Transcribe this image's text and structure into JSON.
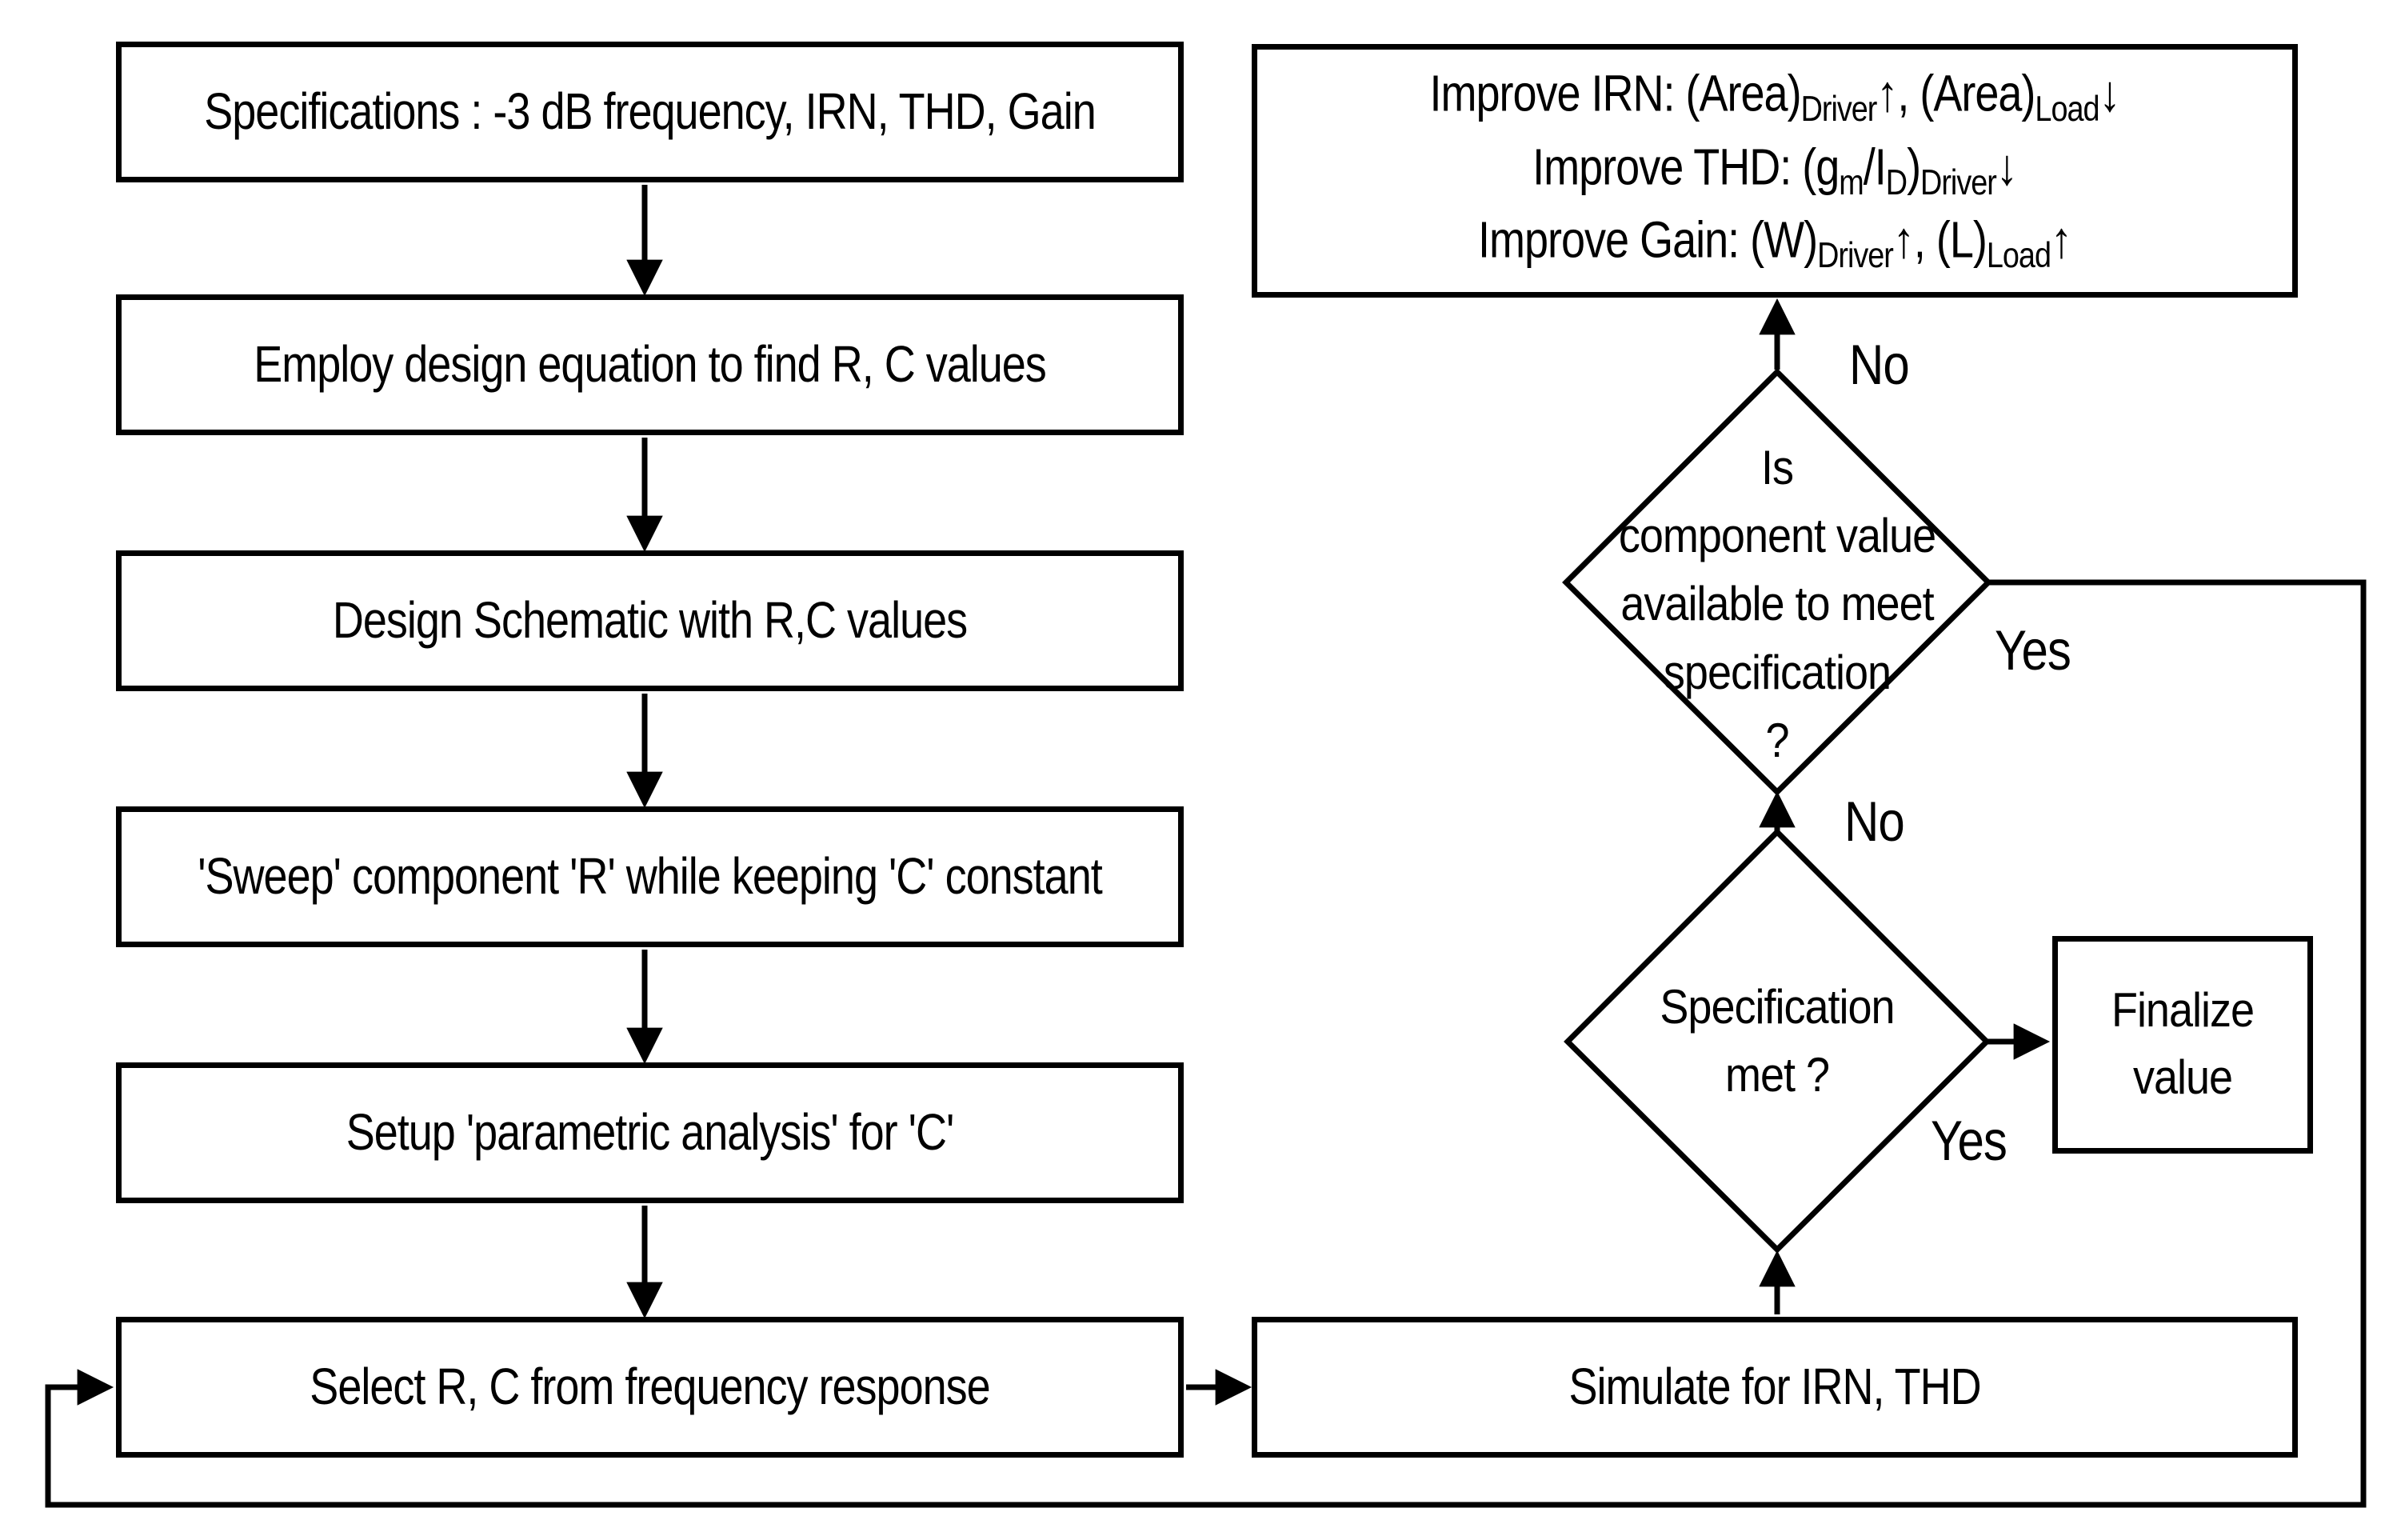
{
  "diagram": {
    "colors": {
      "stroke": "#000000",
      "background": "#ffffff"
    },
    "process_boxes": [
      {
        "label": "Specifications : -3 dB frequency, IRN, THD, Gain"
      },
      {
        "label": "Employ design equation to find R, C values"
      },
      {
        "label": "Design Schematic with R,C values"
      },
      {
        "label": "'Sweep' component 'R' while keeping 'C' constant"
      },
      {
        "label": "Setup 'parametric analysis' for 'C'"
      },
      {
        "label": "Select R, C from frequency response"
      }
    ],
    "improve_box": {
      "irn": {
        "t1": "Improve IRN: (Area)",
        "sub1": "Driver",
        "t2": "↑,  (Area)",
        "sub2": "Load",
        "t3": "↓"
      },
      "thd": {
        "t1": "Improve THD: (g",
        "sub1": "m",
        "t2": "/I",
        "sub2": "D",
        "t3": ")",
        "sub3": "Driver",
        "t4": "↓"
      },
      "gain": {
        "t1": "Improve Gain: (W)",
        "sub1": "Driver",
        "t2": "↑,  (L)",
        "sub2": "Load",
        "t3": "↑"
      }
    },
    "decisions": {
      "component_available": {
        "line1": "Is",
        "line2": "component value",
        "line3": "available to meet",
        "line4": "specification",
        "line5": "?"
      },
      "spec_met": {
        "line1": "Specification",
        "line2": "met ?"
      }
    },
    "finalize_box": {
      "line1": "Finalize",
      "line2": "value"
    },
    "simulate_box": {
      "label": "Simulate for IRN, THD"
    },
    "edge_labels": {
      "no_component": "No",
      "yes_component": "Yes",
      "no_spec_met": "No",
      "yes_spec_met": "Yes"
    }
  }
}
